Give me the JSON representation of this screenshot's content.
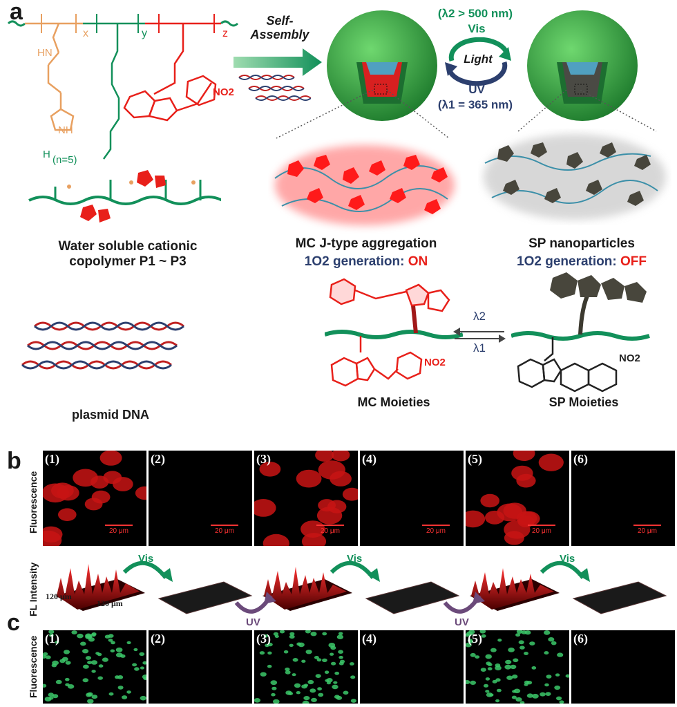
{
  "panels": {
    "a": "a",
    "b": "b",
    "c": "c"
  },
  "top": {
    "self_assembly": "Self-\nAssembly",
    "vis_wavelength": "(λ2 > 500 nm)",
    "vis": "Vis",
    "light": "Light",
    "uv": "UV",
    "uv_wavelength": "(λ1 = 365 nm)",
    "chem_n": "(n=5)",
    "chem_x": "x",
    "chem_y": "y",
    "chem_z": "z",
    "chem_nh": "NH",
    "chem_hn": "HN",
    "chem_no2": "NO2",
    "chem_h": "H"
  },
  "copolymer_label": "Water soluble cationic\ncopolymer P1 ~ P3",
  "plasmid_label": "plasmid DNA",
  "mc_aggregation": "MC J-type aggregation",
  "o2_gen_label": "1O2 generation: ",
  "o2_on": "ON",
  "sp_nanoparticles": "SP nanoparticles",
  "o2_off": "OFF",
  "lambda2": "λ2",
  "lambda1": "λ1",
  "mc_moieties": "MC Moieties",
  "sp_moieties": "SP Moieties",
  "b": {
    "fluorescence": "Fluorescence",
    "fl_intensity": "FL Intensity",
    "cells": [
      "(1)",
      "(2)",
      "(3)",
      "(4)",
      "(5)",
      "(6)"
    ],
    "scale": "20 μm",
    "vis": "Vis",
    "uv": "UV",
    "axis_a": "120 μm",
    "axis_b": "120 μm"
  },
  "c": {
    "fluorescence": "Fluorescence",
    "cells": [
      "(1)",
      "(2)",
      "(3)",
      "(4)",
      "(5)",
      "(6)"
    ]
  },
  "colors": {
    "red": "#e8201a",
    "green": "#12905a",
    "navy": "#2c3f6e",
    "orange": "#e8a060"
  }
}
